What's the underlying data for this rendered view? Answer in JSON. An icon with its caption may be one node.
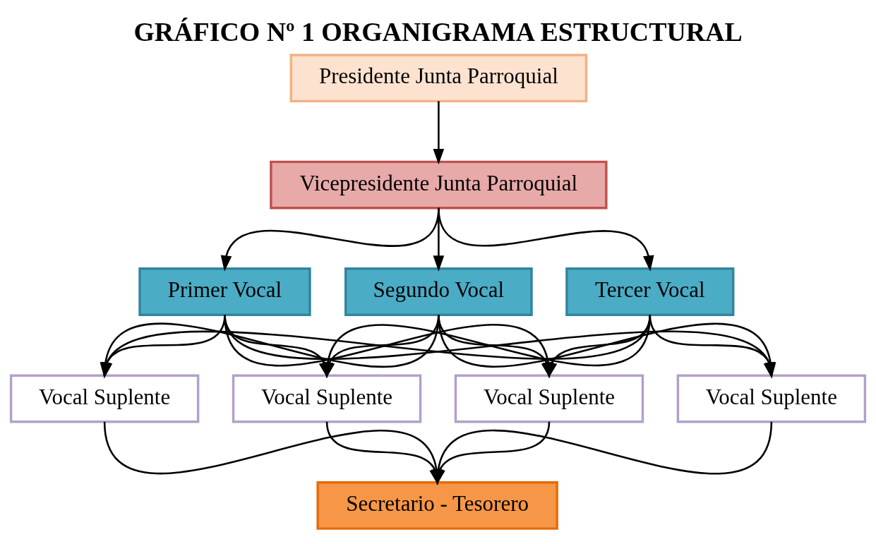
{
  "diagram": {
    "title": "GRÁFICO Nº 1 ORGANIGRAMA ESTRUCTURAL",
    "nodes": [
      {
        "text": [
          "Presidente Junta Parroquial"
        ]
      },
      {
        "text": [
          "Vicepresidente Junta Parroquial"
        ]
      },
      {
        "text": [
          "Primer Vocal"
        ]
      },
      {
        "text": [
          "Segundo Vocal"
        ]
      },
      {
        "text": [
          "Tercer Vocal"
        ]
      },
      {
        "text": [
          "Vocal Suplente"
        ]
      },
      {
        "text": [
          "Vocal Suplente"
        ]
      },
      {
        "text": [
          "Vocal Suplente"
        ]
      },
      {
        "text": [
          "Vocal Suplente"
        ]
      },
      {
        "text": [
          "Secretario - Tesorero"
        ]
      }
    ],
    "edges": [
      {
        "from": 0,
        "to": 1,
        "arrow": "to"
      },
      {
        "from": 1,
        "to": 2,
        "arrow": "to"
      },
      {
        "from": 1,
        "to": 3,
        "arrow": "to"
      },
      {
        "from": 1,
        "to": 4,
        "arrow": "to"
      },
      {
        "from": 2,
        "to": 5,
        "arrow": "to"
      },
      {
        "from": 2,
        "to": 6,
        "arrow": "to"
      },
      {
        "from": 2,
        "to": 7,
        "arrow": "to"
      },
      {
        "from": 2,
        "to": 8,
        "arrow": "to"
      },
      {
        "from": 3,
        "to": 5,
        "arrow": "to"
      },
      {
        "from": 3,
        "to": 6,
        "arrow": "to"
      },
      {
        "from": 3,
        "to": 7,
        "arrow": "to"
      },
      {
        "from": 3,
        "to": 8,
        "arrow": "to"
      },
      {
        "from": 4,
        "to": 5,
        "arrow": "to"
      },
      {
        "from": 4,
        "to": 6,
        "arrow": "to"
      },
      {
        "from": 4,
        "to": 7,
        "arrow": "to"
      },
      {
        "from": 4,
        "to": 8,
        "arrow": "to"
      },
      {
        "from": 5,
        "to": 9,
        "arrow": "to"
      },
      {
        "from": 6,
        "to": 9,
        "arrow": "to"
      },
      {
        "from": 7,
        "to": 9,
        "arrow": "to"
      },
      {
        "from": 8,
        "to": 9,
        "arrow": "to"
      }
    ]
  }
}
